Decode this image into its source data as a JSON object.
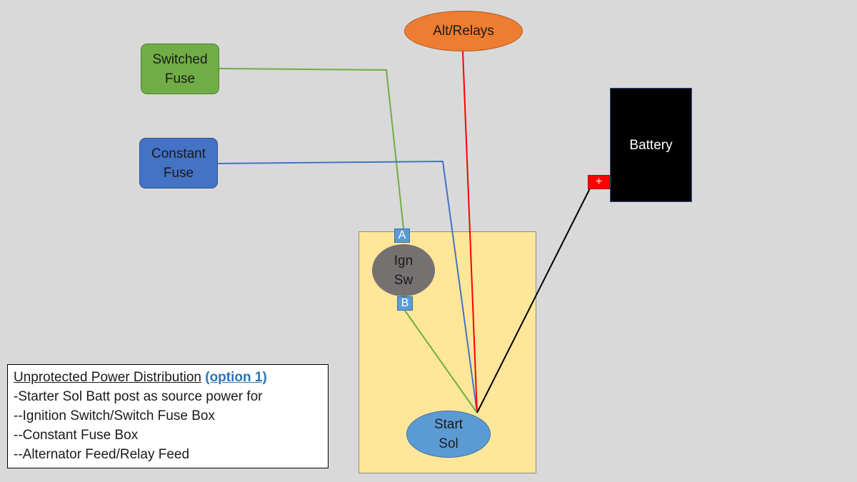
{
  "nodes": {
    "switched_fuse": "Switched\nFuse",
    "constant_fuse": "Constant\nFuse",
    "alt_relays": "Alt/Relays",
    "battery": "Battery",
    "battery_plus": "+",
    "ign_sw": "Ign\nSw",
    "terminal_a": "A",
    "terminal_b": "B",
    "start_sol": "Start\nSol"
  },
  "note": {
    "title": "Unprotected Power Distribution",
    "option": "(option 1)",
    "lines": [
      "-Starter Sol Batt post as source power for",
      "--Ignition Switch/Switch Fuse Box",
      "--Constant Fuse Box",
      "--Alternator Feed/Relay Feed"
    ]
  },
  "colors": {
    "switched_wire": "#70ad47",
    "constant_wire": "#4472c4",
    "alt_wire": "#ff0000",
    "battery_wire": "#000000",
    "ign_to_sol_wire": "#70ad47"
  }
}
